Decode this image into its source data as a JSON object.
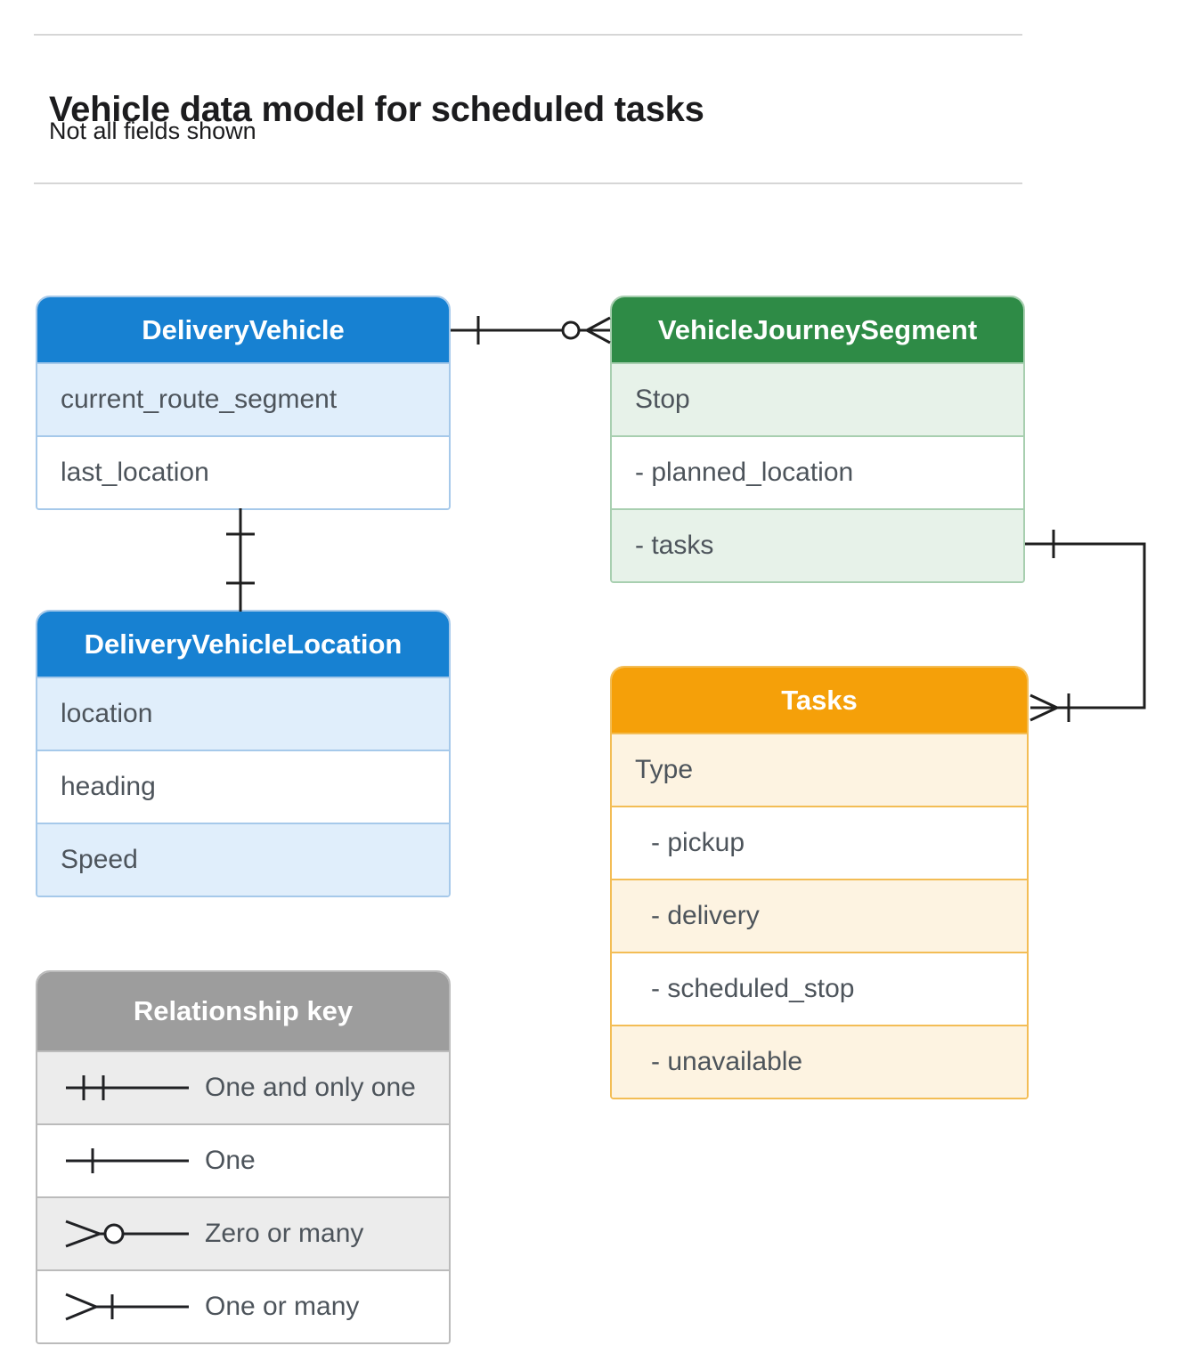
{
  "page": {
    "title": "Vehicle data model for scheduled tasks",
    "subtitle": "Not all fields shown"
  },
  "entities": {
    "delivery_vehicle": {
      "title": "DeliveryVehicle",
      "rows": [
        "current_route_segment",
        "last_location"
      ]
    },
    "vehicle_journey_segment": {
      "title": "VehicleJourneySegment",
      "rows": [
        "Stop",
        "- planned_location",
        "- tasks"
      ]
    },
    "delivery_vehicle_location": {
      "title": "DeliveryVehicleLocation",
      "rows": [
        "location",
        "heading",
        "Speed"
      ]
    },
    "tasks": {
      "title": "Tasks",
      "rows": [
        "Type",
        "- pickup",
        "- delivery",
        "- scheduled_stop",
        "- unavailable"
      ]
    }
  },
  "relationship_key": {
    "title": "Relationship key",
    "items": [
      {
        "symbol": "one-and-only-one",
        "label": "One and only one"
      },
      {
        "symbol": "one",
        "label": "One"
      },
      {
        "symbol": "zero-or-many",
        "label": "Zero or many"
      },
      {
        "symbol": "one-or-many",
        "label": "One or many"
      }
    ]
  },
  "connectors": [
    {
      "from": "DeliveryVehicle",
      "to": "VehicleJourneySegment",
      "from_end": "one",
      "to_end": "zero-or-many"
    },
    {
      "from": "DeliveryVehicle",
      "to": "DeliveryVehicleLocation",
      "from_end": "one",
      "to_end": "one"
    },
    {
      "from": "VehicleJourneySegment.tasks",
      "to": "Tasks",
      "from_end": "one",
      "to_end": "one-or-many"
    }
  ],
  "colors": {
    "blue_header": "#1781d2",
    "green_header": "#2e8b46",
    "orange_header": "#f5a009",
    "gray_header": "#9d9d9d",
    "connector": "#1f1f1f"
  }
}
